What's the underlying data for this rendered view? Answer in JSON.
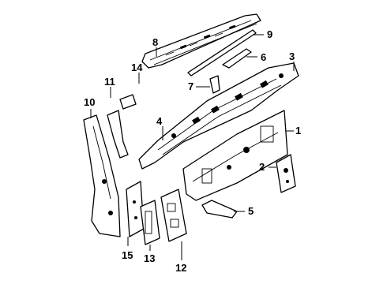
{
  "diagram": {
    "callouts": [
      {
        "id": "1",
        "text": "1"
      },
      {
        "id": "2",
        "text": "2"
      },
      {
        "id": "3",
        "text": "3"
      },
      {
        "id": "4",
        "text": "4"
      },
      {
        "id": "5",
        "text": "5"
      },
      {
        "id": "6",
        "text": "6"
      },
      {
        "id": "7",
        "text": "7"
      },
      {
        "id": "8",
        "text": "8"
      },
      {
        "id": "9",
        "text": "9"
      },
      {
        "id": "10",
        "text": "10"
      },
      {
        "id": "11",
        "text": "11"
      },
      {
        "id": "12",
        "text": "12"
      },
      {
        "id": "13",
        "text": "13"
      },
      {
        "id": "14",
        "text": "14"
      },
      {
        "id": "15",
        "text": "15"
      }
    ],
    "colors": {
      "line": "#000000",
      "background": "#ffffff"
    }
  }
}
